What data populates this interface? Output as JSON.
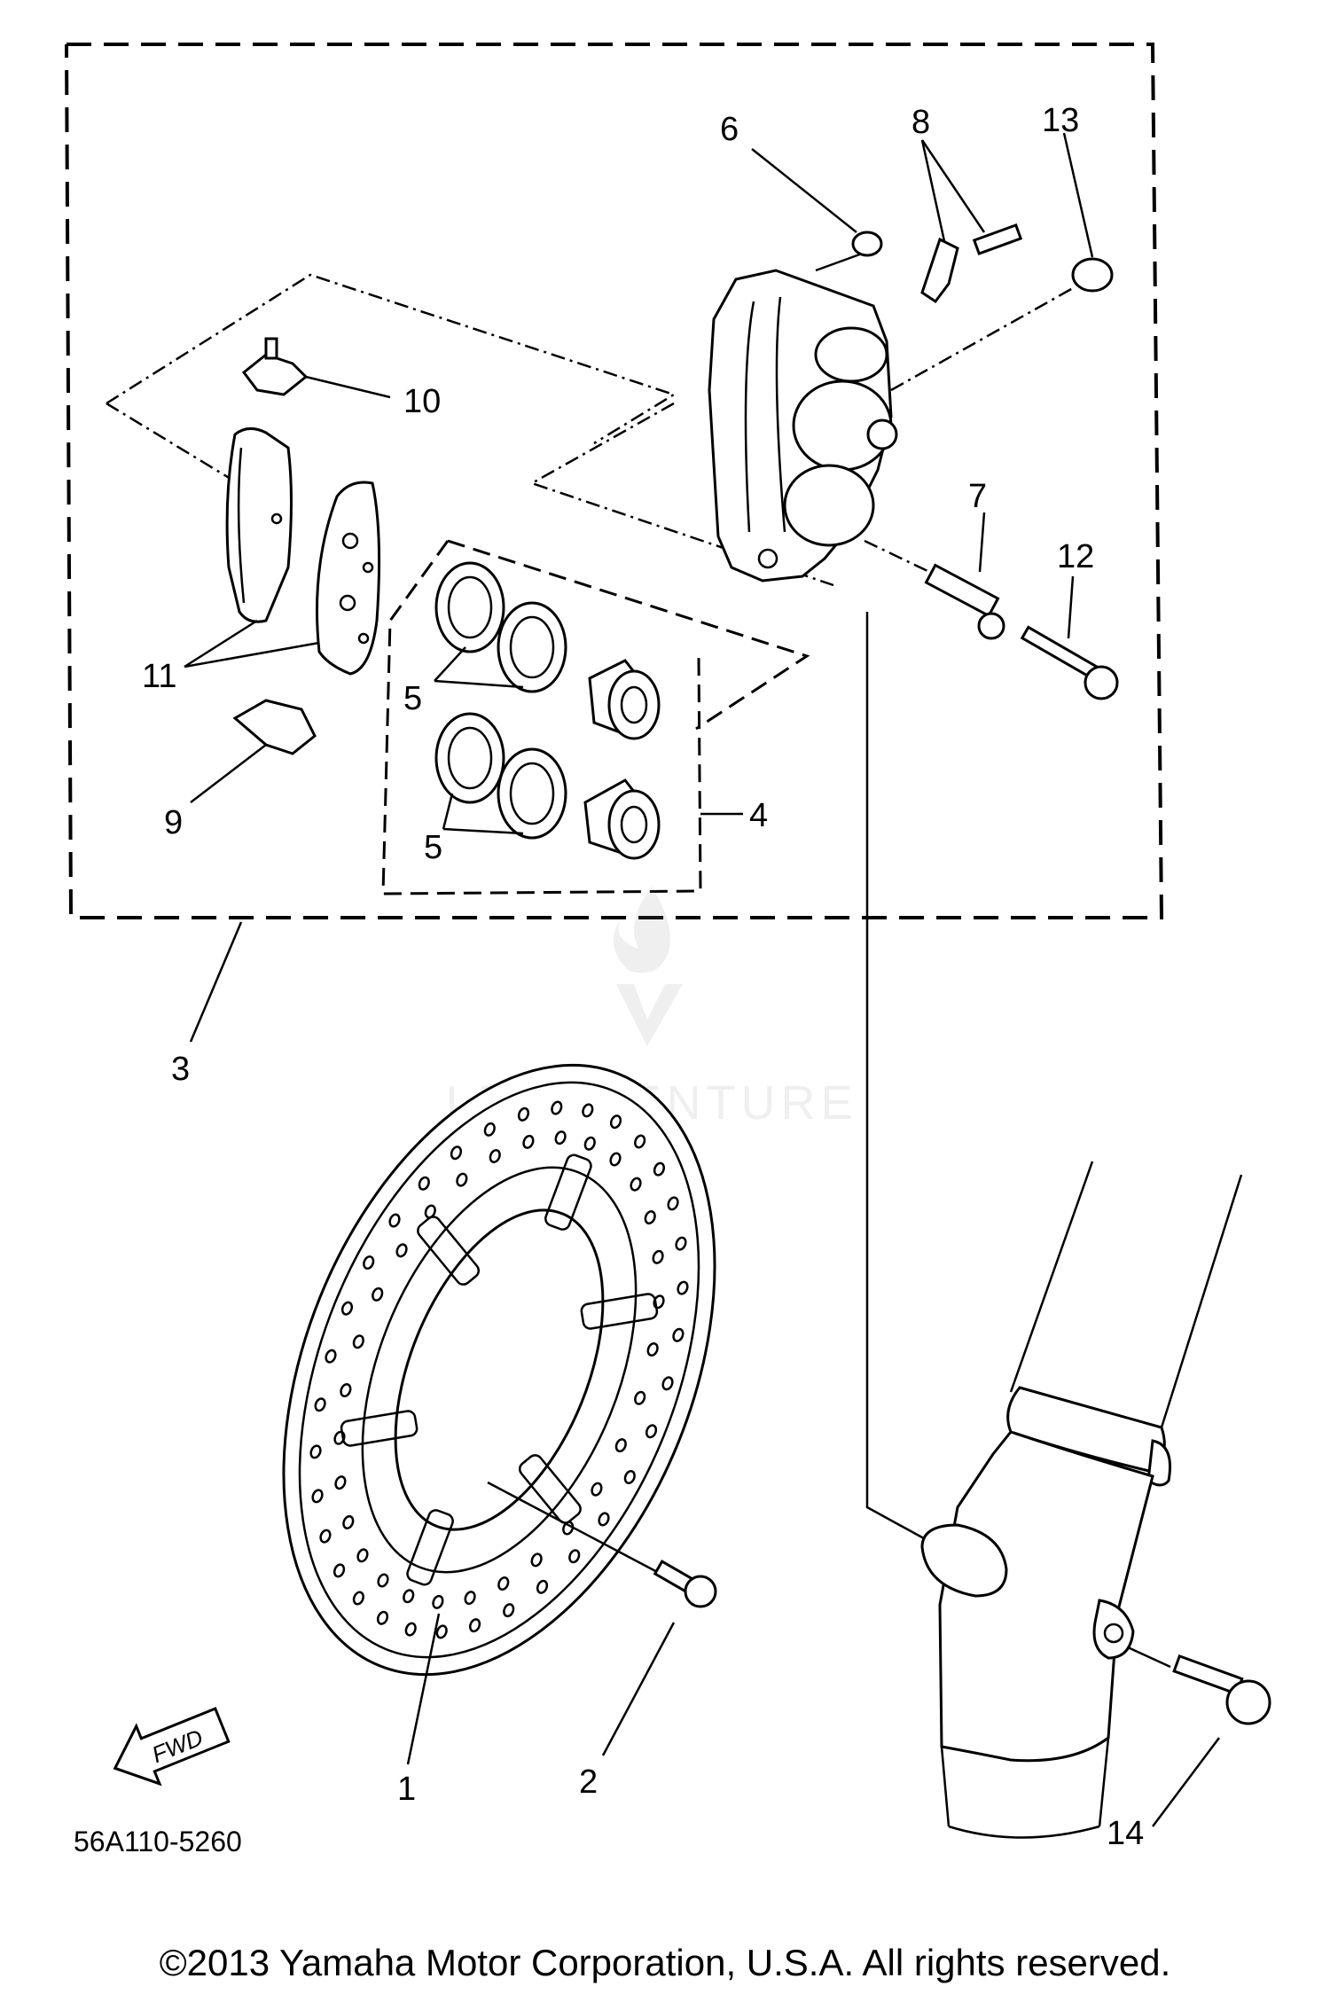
{
  "callouts": {
    "c1": "1",
    "c2": "2",
    "c3": "3",
    "c4": "4",
    "c5a": "5",
    "c5b": "5",
    "c6": "6",
    "c7": "7",
    "c8": "8",
    "c9": "9",
    "c10": "10",
    "c11": "11",
    "c12": "12",
    "c13": "13",
    "c14": "14"
  },
  "fwd_label": "FWD",
  "diagram_code": "56A110-5260",
  "watermark": "LEADVENTURE",
  "copyright": "©2013 Yamaha Motor Corporation, U.S.A. All rights reserved."
}
